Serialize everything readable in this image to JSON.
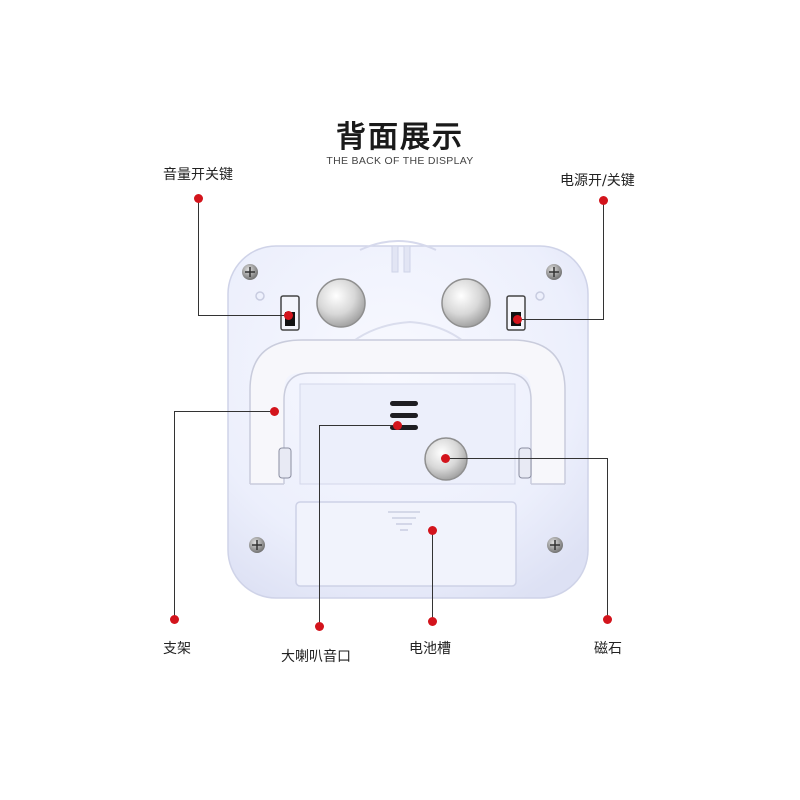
{
  "header": {
    "title": "背面展示",
    "subtitle": "THE BACK OF THE DISPLAY"
  },
  "callouts": {
    "volume_switch": "音量开关键",
    "power_switch": "电源开/关键",
    "stand": "支架",
    "speaker": "大喇叭音口",
    "battery": "电池槽",
    "magnet": "磁石"
  },
  "colors": {
    "accent_dot": "#d3141c",
    "device_body": "#e9ecfb",
    "background": "#ffffff"
  }
}
